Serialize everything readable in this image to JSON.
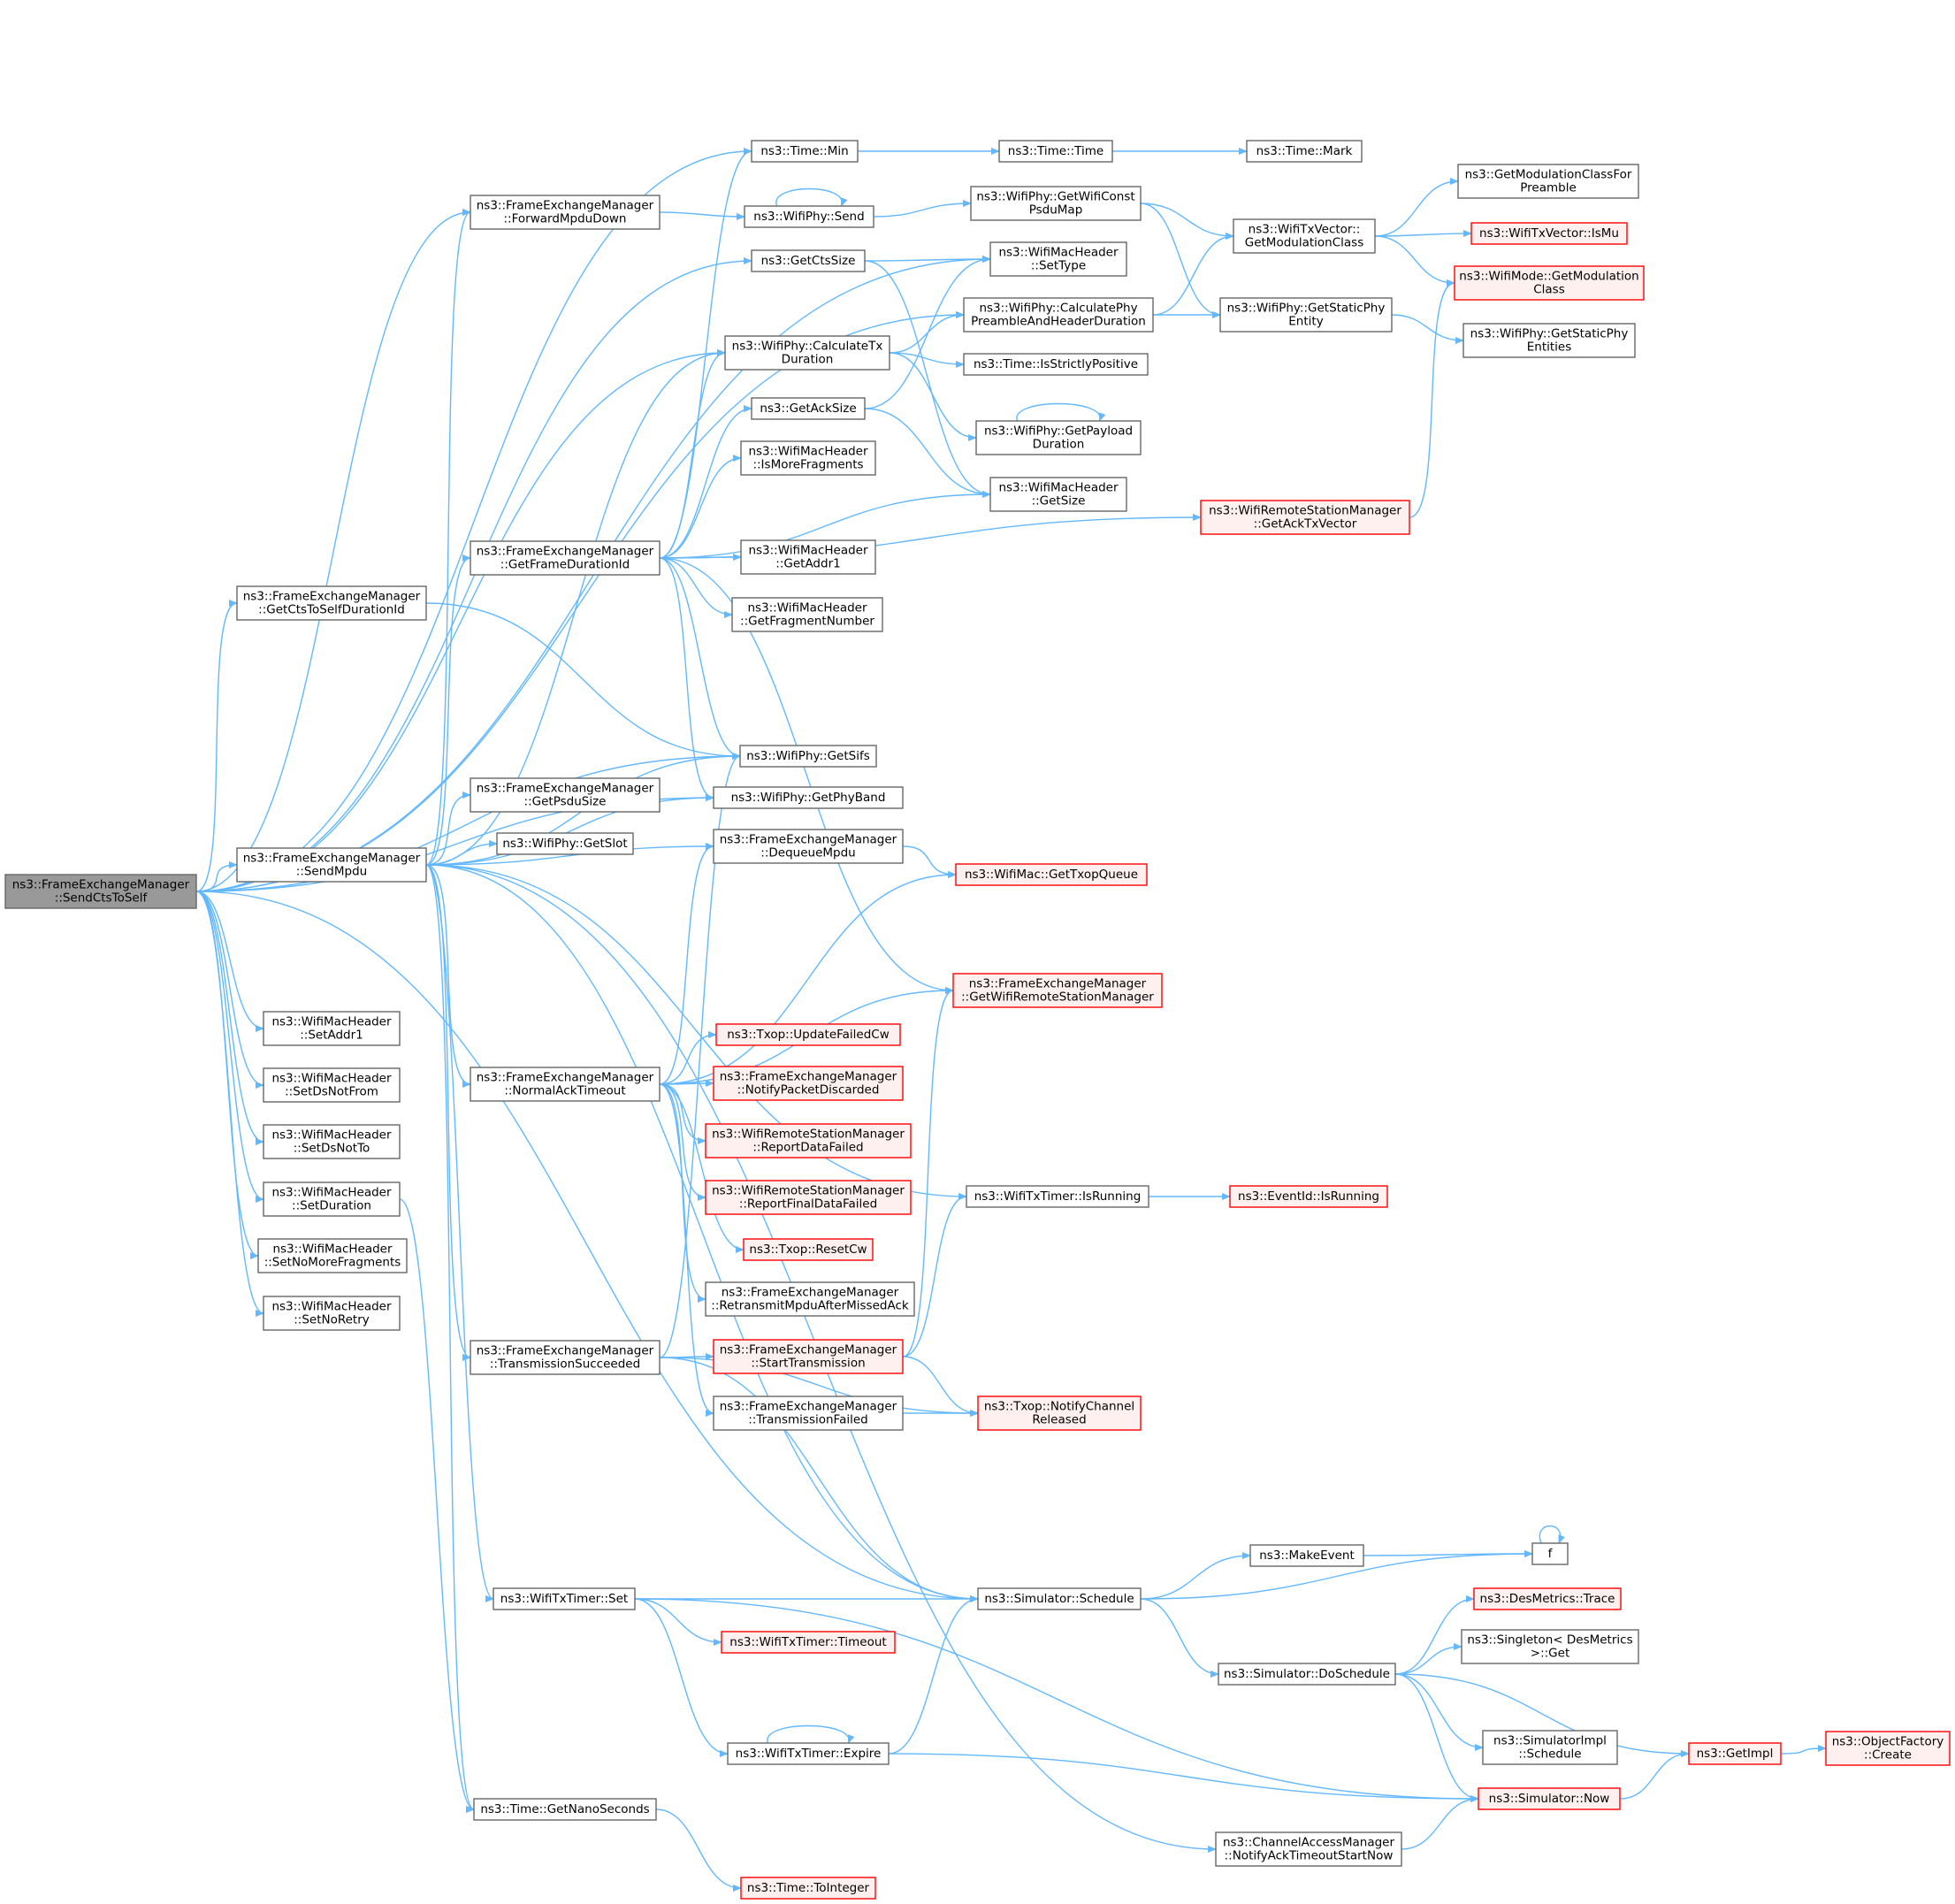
{
  "colors": {
    "edge": "#63b8ff",
    "root_fill": "#999999",
    "root_border": "#666666",
    "plain_fill": "#ffffff",
    "plain_border": "#666666",
    "truncated_fill": "#fff0f0",
    "truncated_border": "#ff0000"
  },
  "nodes": [
    {
      "id": "root",
      "lines": [
        "ns3::FrameExchangeManager",
        "::SendCtsToSelf"
      ],
      "style": "root"
    },
    {
      "id": "sendmpdu",
      "lines": [
        "ns3::FrameExchangeManager",
        "::SendMpdu"
      ],
      "style": "plain"
    },
    {
      "id": "getctstoself",
      "lines": [
        "ns3::FrameExchangeManager",
        "::GetCtsToSelfDurationId"
      ],
      "style": "plain"
    },
    {
      "id": "setaddr1",
      "lines": [
        "ns3::WifiMacHeader",
        "::SetAddr1"
      ],
      "style": "plain"
    },
    {
      "id": "setdsnotfrom",
      "lines": [
        "ns3::WifiMacHeader",
        "::SetDsNotFrom"
      ],
      "style": "plain"
    },
    {
      "id": "setdsnotto",
      "lines": [
        "ns3::WifiMacHeader",
        "::SetDsNotTo"
      ],
      "style": "plain"
    },
    {
      "id": "setduration",
      "lines": [
        "ns3::WifiMacHeader",
        "::SetDuration"
      ],
      "style": "plain"
    },
    {
      "id": "setnomorefrag",
      "lines": [
        "ns3::WifiMacHeader",
        "::SetNoMoreFragments"
      ],
      "style": "plain"
    },
    {
      "id": "setnoretry",
      "lines": [
        "ns3::WifiMacHeader",
        "::SetNoRetry"
      ],
      "style": "plain"
    },
    {
      "id": "forwardmpdu",
      "lines": [
        "ns3::FrameExchangeManager",
        "::ForwardMpduDown"
      ],
      "style": "plain"
    },
    {
      "id": "getframedur",
      "lines": [
        "ns3::FrameExchangeManager",
        "::GetFrameDurationId"
      ],
      "style": "plain"
    },
    {
      "id": "getpsdusize",
      "lines": [
        "ns3::FrameExchangeManager",
        "::GetPsduSize"
      ],
      "style": "plain"
    },
    {
      "id": "getslot",
      "lines": [
        "ns3::WifiPhy::GetSlot"
      ],
      "style": "plain"
    },
    {
      "id": "normalack",
      "lines": [
        "ns3::FrameExchangeManager",
        "::NormalAckTimeout"
      ],
      "style": "plain"
    },
    {
      "id": "txsucceeded",
      "lines": [
        "ns3::FrameExchangeManager",
        "::TransmissionSucceeded"
      ],
      "style": "plain"
    },
    {
      "id": "txtimerset",
      "lines": [
        "ns3::WifiTxTimer::Set"
      ],
      "style": "plain"
    },
    {
      "id": "getnano",
      "lines": [
        "ns3::Time::GetNanoSeconds"
      ],
      "style": "plain"
    },
    {
      "id": "timemin",
      "lines": [
        "ns3::Time::Min"
      ],
      "style": "plain"
    },
    {
      "id": "physend",
      "lines": [
        "ns3::WifiPhy::Send"
      ],
      "style": "plain"
    },
    {
      "id": "getctssize",
      "lines": [
        "ns3::GetCtsSize"
      ],
      "style": "plain"
    },
    {
      "id": "calctx",
      "lines": [
        "ns3::WifiPhy::CalculateTx",
        "Duration"
      ],
      "style": "plain"
    },
    {
      "id": "getacksize",
      "lines": [
        "ns3::GetAckSize"
      ],
      "style": "plain"
    },
    {
      "id": "ismorefrag",
      "lines": [
        "ns3::WifiMacHeader",
        "::IsMoreFragments"
      ],
      "style": "plain"
    },
    {
      "id": "getaddr1",
      "lines": [
        "ns3::WifiMacHeader",
        "::GetAddr1"
      ],
      "style": "plain"
    },
    {
      "id": "getfragnum",
      "lines": [
        "ns3::WifiMacHeader",
        "::GetFragmentNumber"
      ],
      "style": "plain"
    },
    {
      "id": "getsifs",
      "lines": [
        "ns3::WifiPhy::GetSifs"
      ],
      "style": "plain"
    },
    {
      "id": "getphyband",
      "lines": [
        "ns3::WifiPhy::GetPhyBand"
      ],
      "style": "plain"
    },
    {
      "id": "dequeuempdu",
      "lines": [
        "ns3::FrameExchangeManager",
        "::DequeueMpdu"
      ],
      "style": "plain"
    },
    {
      "id": "updatefailedcw",
      "lines": [
        "ns3::Txop::UpdateFailedCw"
      ],
      "style": "truncated"
    },
    {
      "id": "notifypktdisc",
      "lines": [
        "ns3::FrameExchangeManager",
        "::NotifyPacketDiscarded"
      ],
      "style": "truncated"
    },
    {
      "id": "reportdatafailed",
      "lines": [
        "ns3::WifiRemoteStationManager",
        "::ReportDataFailed"
      ],
      "style": "truncated"
    },
    {
      "id": "reportfinaldata",
      "lines": [
        "ns3::WifiRemoteStationManager",
        "::ReportFinalDataFailed"
      ],
      "style": "truncated"
    },
    {
      "id": "resetcw",
      "lines": [
        "ns3::Txop::ResetCw"
      ],
      "style": "truncated"
    },
    {
      "id": "retransmit",
      "lines": [
        "ns3::FrameExchangeManager",
        "::RetransmitMpduAfterMissedAck"
      ],
      "style": "plain"
    },
    {
      "id": "starttx",
      "lines": [
        "ns3::FrameExchangeManager",
        "::StartTransmission"
      ],
      "style": "truncated"
    },
    {
      "id": "txfailed",
      "lines": [
        "ns3::FrameExchangeManager",
        "::TransmissionFailed"
      ],
      "style": "plain"
    },
    {
      "id": "txtimeout",
      "lines": [
        "ns3::WifiTxTimer::Timeout"
      ],
      "style": "truncated"
    },
    {
      "id": "expire",
      "lines": [
        "ns3::WifiTxTimer::Expire"
      ],
      "style": "plain"
    },
    {
      "id": "tointeger",
      "lines": [
        "ns3::Time::ToInteger"
      ],
      "style": "truncated"
    },
    {
      "id": "timetime",
      "lines": [
        "ns3::Time::Time"
      ],
      "style": "plain"
    },
    {
      "id": "getwificonst",
      "lines": [
        "ns3::WifiPhy::GetWifiConst",
        "PsduMap"
      ],
      "style": "plain"
    },
    {
      "id": "settype",
      "lines": [
        "ns3::WifiMacHeader",
        "::SetType"
      ],
      "style": "plain"
    },
    {
      "id": "calcphypre",
      "lines": [
        "ns3::WifiPhy::CalculatePhy",
        "PreambleAndHeaderDuration"
      ],
      "style": "plain"
    },
    {
      "id": "isstrictlypos",
      "lines": [
        "ns3::Time::IsStrictlyPositive"
      ],
      "style": "plain"
    },
    {
      "id": "getpayload",
      "lines": [
        "ns3::WifiPhy::GetPayload",
        "Duration"
      ],
      "style": "plain"
    },
    {
      "id": "getsize",
      "lines": [
        "ns3::WifiMacHeader",
        "::GetSize"
      ],
      "style": "plain"
    },
    {
      "id": "gettxopqueue",
      "lines": [
        "ns3::WifiMac::GetTxopQueue"
      ],
      "style": "truncated"
    },
    {
      "id": "getwifiremote",
      "lines": [
        "ns3::FrameExchangeManager",
        "::GetWifiRemoteStationManager"
      ],
      "style": "truncated"
    },
    {
      "id": "txtimerisrunning",
      "lines": [
        "ns3::WifiTxTimer::IsRunning"
      ],
      "style": "plain"
    },
    {
      "id": "notifychanrel",
      "lines": [
        "ns3::Txop::NotifyChannel",
        "Released"
      ],
      "style": "truncated"
    },
    {
      "id": "schedule",
      "lines": [
        "ns3::Simulator::Schedule"
      ],
      "style": "plain"
    },
    {
      "id": "notifyacktimeout",
      "lines": [
        "ns3::ChannelAccessManager",
        "::NotifyAckTimeoutStartNow"
      ],
      "style": "plain"
    },
    {
      "id": "timemark",
      "lines": [
        "ns3::Time::Mark"
      ],
      "style": "plain"
    },
    {
      "id": "getmodclass",
      "lines": [
        "ns3::WifiTxVector::",
        "GetModulationClass"
      ],
      "style": "plain"
    },
    {
      "id": "getstaticphy",
      "lines": [
        "ns3::WifiPhy::GetStaticPhy",
        "Entity"
      ],
      "style": "plain"
    },
    {
      "id": "getacktxvector",
      "lines": [
        "ns3::WifiRemoteStationManager",
        "::GetAckTxVector"
      ],
      "style": "truncated"
    },
    {
      "id": "eventidisrunning",
      "lines": [
        "ns3::EventId::IsRunning"
      ],
      "style": "truncated"
    },
    {
      "id": "makeevent",
      "lines": [
        "ns3::MakeEvent"
      ],
      "style": "plain"
    },
    {
      "id": "doschedule",
      "lines": [
        "ns3::Simulator::DoSchedule"
      ],
      "style": "plain"
    },
    {
      "id": "simnow",
      "lines": [
        "ns3::Simulator::Now"
      ],
      "style": "truncated"
    },
    {
      "id": "getmodclasspre",
      "lines": [
        "ns3::GetModulationClassFor",
        "Preamble"
      ],
      "style": "plain"
    },
    {
      "id": "txvectorismu",
      "lines": [
        "ns3::WifiTxVector::IsMu"
      ],
      "style": "truncated"
    },
    {
      "id": "wifimodegetmod",
      "lines": [
        "ns3::WifiMode::GetModulation",
        "Class"
      ],
      "style": "truncated"
    },
    {
      "id": "getstaticphyents",
      "lines": [
        "ns3::WifiPhy::GetStaticPhy",
        "Entities"
      ],
      "style": "plain"
    },
    {
      "id": "f",
      "lines": [
        "f"
      ],
      "style": "plain"
    },
    {
      "id": "desmetrics",
      "lines": [
        "ns3::DesMetrics::Trace"
      ],
      "style": "truncated"
    },
    {
      "id": "singleton",
      "lines": [
        "ns3::Singleton< DesMetrics",
        ">::Get"
      ],
      "style": "plain"
    },
    {
      "id": "simimplschedule",
      "lines": [
        "ns3::SimulatorImpl",
        "::Schedule"
      ],
      "style": "plain"
    },
    {
      "id": "getimpl",
      "lines": [
        "ns3::GetImpl"
      ],
      "style": "truncated"
    },
    {
      "id": "objfactory",
      "lines": [
        "ns3::ObjectFactory",
        "::Create"
      ],
      "style": "truncated"
    }
  ],
  "edges": [
    [
      "root",
      "timemin"
    ],
    [
      "root",
      "forwardmpdu"
    ],
    [
      "root",
      "getctssize"
    ],
    [
      "root",
      "settype"
    ],
    [
      "root",
      "calcphypre"
    ],
    [
      "root",
      "calctx"
    ],
    [
      "root",
      "getctstoself"
    ],
    [
      "root",
      "getsifs"
    ],
    [
      "root",
      "getphyband"
    ],
    [
      "root",
      "sendmpdu"
    ],
    [
      "root",
      "setaddr1"
    ],
    [
      "root",
      "setdsnotfrom"
    ],
    [
      "root",
      "setdsnotto"
    ],
    [
      "root",
      "setduration"
    ],
    [
      "root",
      "setnomorefrag"
    ],
    [
      "root",
      "setnoretry"
    ],
    [
      "root",
      "schedule"
    ],
    [
      "getctstoself",
      "getsifs"
    ],
    [
      "sendmpdu",
      "forwardmpdu"
    ],
    [
      "sendmpdu",
      "calctx"
    ],
    [
      "sendmpdu",
      "getframedur"
    ],
    [
      "sendmpdu",
      "getsifs"
    ],
    [
      "sendmpdu",
      "getphyband"
    ],
    [
      "sendmpdu",
      "dequeuempdu"
    ],
    [
      "sendmpdu",
      "getpsdusize"
    ],
    [
      "sendmpdu",
      "getslot"
    ],
    [
      "sendmpdu",
      "txtimerisrunning"
    ],
    [
      "sendmpdu",
      "normalack"
    ],
    [
      "sendmpdu",
      "txsucceeded"
    ],
    [
      "sendmpdu",
      "txtimerset"
    ],
    [
      "sendmpdu",
      "getnano"
    ],
    [
      "sendmpdu",
      "schedule"
    ],
    [
      "sendmpdu",
      "notifyacktimeout"
    ],
    [
      "setduration",
      "getnano"
    ],
    [
      "forwardmpdu",
      "physend"
    ],
    [
      "physend",
      "physend"
    ],
    [
      "physend",
      "getwificonst"
    ],
    [
      "getctssize",
      "settype"
    ],
    [
      "getctssize",
      "getsize"
    ],
    [
      "getframedur",
      "timemin"
    ],
    [
      "getframedur",
      "calctx"
    ],
    [
      "getframedur",
      "getacksize"
    ],
    [
      "getframedur",
      "ismorefrag"
    ],
    [
      "getframedur",
      "getsize"
    ],
    [
      "getframedur",
      "getaddr1"
    ],
    [
      "getframedur",
      "getfragnum"
    ],
    [
      "getframedur",
      "getsifs"
    ],
    [
      "getframedur",
      "getphyband"
    ],
    [
      "getframedur",
      "getacktxvector"
    ],
    [
      "getframedur",
      "getwifiremote"
    ],
    [
      "calctx",
      "calcphypre"
    ],
    [
      "calctx",
      "isstrictlypos"
    ],
    [
      "calctx",
      "getpayload"
    ],
    [
      "getacksize",
      "settype"
    ],
    [
      "getacksize",
      "getsize"
    ],
    [
      "getpayload",
      "getpayload"
    ],
    [
      "timemin",
      "timetime"
    ],
    [
      "timetime",
      "timemark"
    ],
    [
      "getwificonst",
      "getmodclass"
    ],
    [
      "getwificonst",
      "getstaticphy"
    ],
    [
      "calcphypre",
      "getmodclass"
    ],
    [
      "calcphypre",
      "getstaticphy"
    ],
    [
      "getmodclass",
      "getmodclasspre"
    ],
    [
      "getmodclass",
      "txvectorismu"
    ],
    [
      "getmodclass",
      "wifimodegetmod"
    ],
    [
      "getstaticphy",
      "getstaticphyents"
    ],
    [
      "getacktxvector",
      "wifimodegetmod"
    ],
    [
      "dequeuempdu",
      "gettxopqueue"
    ],
    [
      "normalack",
      "dequeuempdu"
    ],
    [
      "normalack",
      "gettxopqueue"
    ],
    [
      "normalack",
      "getwifiremote"
    ],
    [
      "normalack",
      "updatefailedcw"
    ],
    [
      "normalack",
      "notifypktdisc"
    ],
    [
      "normalack",
      "reportdatafailed"
    ],
    [
      "normalack",
      "reportfinaldata"
    ],
    [
      "normalack",
      "resetcw"
    ],
    [
      "normalack",
      "retransmit"
    ],
    [
      "normalack",
      "txfailed"
    ],
    [
      "txsucceeded",
      "getsifs"
    ],
    [
      "txsucceeded",
      "starttx"
    ],
    [
      "txsucceeded",
      "notifychanrel"
    ],
    [
      "txsucceeded",
      "schedule"
    ],
    [
      "starttx",
      "getwifiremote"
    ],
    [
      "starttx",
      "txtimerisrunning"
    ],
    [
      "starttx",
      "notifychanrel"
    ],
    [
      "txfailed",
      "notifychanrel"
    ],
    [
      "txtimerisrunning",
      "eventidisrunning"
    ],
    [
      "txtimerset",
      "schedule"
    ],
    [
      "txtimerset",
      "txtimeout"
    ],
    [
      "txtimerset",
      "expire"
    ],
    [
      "txtimerset",
      "simnow"
    ],
    [
      "expire",
      "expire"
    ],
    [
      "expire",
      "schedule"
    ],
    [
      "expire",
      "simnow"
    ],
    [
      "getnano",
      "tointeger"
    ],
    [
      "schedule",
      "makeevent"
    ],
    [
      "schedule",
      "f"
    ],
    [
      "schedule",
      "doschedule"
    ],
    [
      "makeevent",
      "f"
    ],
    [
      "f",
      "f"
    ],
    [
      "doschedule",
      "desmetrics"
    ],
    [
      "doschedule",
      "singleton"
    ],
    [
      "doschedule",
      "simimplschedule"
    ],
    [
      "doschedule",
      "getimpl"
    ],
    [
      "doschedule",
      "simnow"
    ],
    [
      "simnow",
      "getimpl"
    ],
    [
      "getimpl",
      "objfactory"
    ],
    [
      "notifyacktimeout",
      "simnow"
    ]
  ]
}
